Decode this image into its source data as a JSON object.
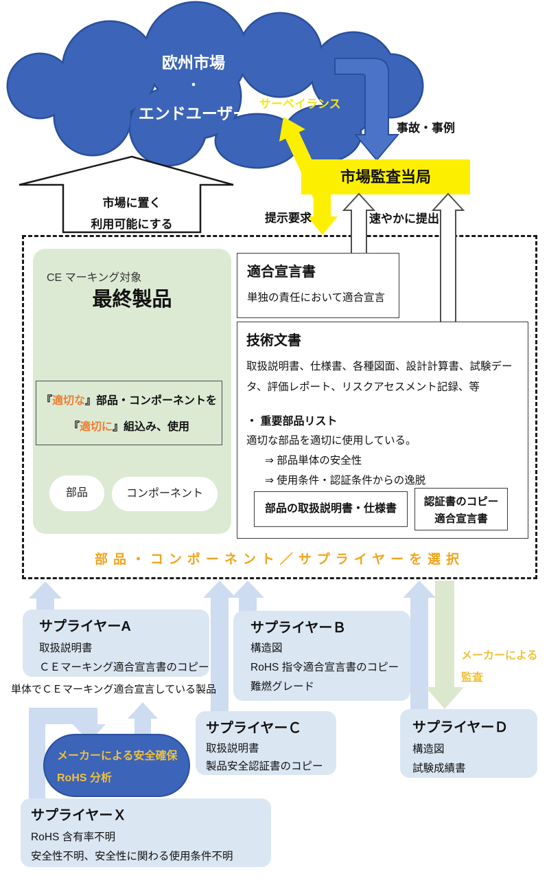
{
  "d": {
    "cloud": {
      "line1": "欧州市場",
      "dot": "・",
      "line2": "エンドユーザー"
    },
    "surveillance_label": "サーベイランス",
    "incident_label": "事故・事例",
    "authority_box_label": "市場監査当局",
    "place_on_market": {
      "line1": "市場に置く",
      "line2": "利用可能にする"
    },
    "request_label": "提示要求",
    "submit_label": "速やかに提出",
    "ce_area": {
      "caption": "CE マーキング対象",
      "title": "最終製品",
      "proper_line1": {
        "pre": "『",
        "em": "適切な",
        "post": "』部品・コンポーネントを"
      },
      "proper_line2": {
        "pre": "『",
        "em": "適切に",
        "post": "』組込み、使用"
      },
      "pill1": "部品",
      "pill2": "コンポーネント"
    },
    "doc_box": {
      "title": "適合宣言書",
      "body": "単独の責任において適合宣言"
    },
    "tech_box": {
      "title": "技術文書",
      "body": "取扱説明書、仕様書、各種図面、設計計算書、試験データ、評価レポート、リスクアセスメント記録、等",
      "bullet": "・ 重要部品リスト",
      "line1": "適切な部品を適切に使用している。",
      "arrow_line1": "⇒ 部品単体の安全性",
      "arrow_line2": "⇒ 使用条件・認証条件からの逸脱",
      "inner_box1": "部品の取扱説明書・仕様書",
      "inner_box2_line1": "認証書のコピー",
      "inner_box2_line2": "適合宣言書"
    },
    "selection_label": "部品・コンポーネント／サプライヤーを選択",
    "suppliers": {
      "a": {
        "title": "サプライヤーA",
        "lines": [
          "取扱説明書",
          "ＣＥマーキング適合宣言書のコピー"
        ],
        "caption": "単体でＣＥマーキング適合宣言している製品"
      },
      "b": {
        "title": "サプライヤーＢ",
        "lines": [
          "構造図",
          "RoHS 指令適合宣言書のコピー",
          "難燃グレード"
        ]
      },
      "c": {
        "title": "サプライヤーＣ",
        "lines": [
          "取扱説明書",
          "製品安全認証書のコピー"
        ]
      },
      "d": {
        "title": "サプライヤーＤ",
        "lines": [
          "構造図",
          "試験成績書"
        ]
      },
      "x": {
        "title": "サプライヤーＸ",
        "lines": [
          "RoHS 含有率不明",
          "安全性不明、安全性に関わる使用条件不明"
        ]
      }
    },
    "audit_label": {
      "line1": "メーカーによる",
      "line2": "監査"
    },
    "safety_ellipse": {
      "line1": "メーカーによる安全確保",
      "line2": "RoHS 分析"
    },
    "colors": {
      "cloud_blue": "#3c64b8",
      "accent_yellow": "#fcf000",
      "supplier_box_blue": "#dbe6f3",
      "arrow_light_blue": "#cddcf0",
      "green_panel": "#dcead4",
      "arrow_green": "#dce8cd",
      "selection_orange": "#f0a41c",
      "gold_text": "#efc13d",
      "emphasis_orange": "#ed7d31"
    }
  }
}
